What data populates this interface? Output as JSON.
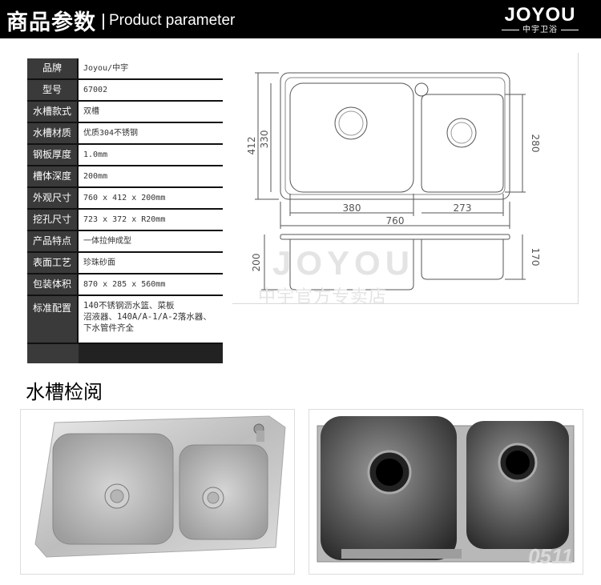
{
  "header": {
    "title_cn": "商品参数",
    "title_en": "Product parameter",
    "logo_word": "JOYOU",
    "logo_sub": "中宇卫浴"
  },
  "spec_rows": [
    {
      "key": "品牌",
      "value": "Joyou/中宇"
    },
    {
      "key": "型号",
      "value": "67002"
    },
    {
      "key": "水槽款式",
      "value": "双槽"
    },
    {
      "key": "水槽材质",
      "value": "优质304不锈钢"
    },
    {
      "key": "钢板厚度",
      "value": "1.0mm"
    },
    {
      "key": "槽体深度",
      "value": "200mm"
    },
    {
      "key": "外观尺寸",
      "value": "760 x 412 x 200mm"
    },
    {
      "key": "挖孔尺寸",
      "value": "723 x 372 x R20mm"
    },
    {
      "key": "产品特点",
      "value": "一体拉伸成型"
    },
    {
      "key": "表面工艺",
      "value": "珍珠砂面"
    },
    {
      "key": "包装体积",
      "value": "870 x 285 x 560mm"
    },
    {
      "key": "标准配置",
      "value": [
        "140不锈钢沥水篮、菜板",
        "沼液器、140A/A-1/A-2落水器、",
        "下水管件齐全"
      ]
    }
  ],
  "dimensions": {
    "height_outer": "412",
    "height_inner": "330",
    "right_bowl_height": "280",
    "left_bowl_width": "380",
    "right_bowl_width": "273",
    "total_width": "760",
    "depth_left": "200",
    "depth_right": "170"
  },
  "watermark": {
    "word": "JOYOU",
    "cn": "中宇官方专卖店"
  },
  "section_title": "水槽检阅",
  "photo_stamp": "0511"
}
